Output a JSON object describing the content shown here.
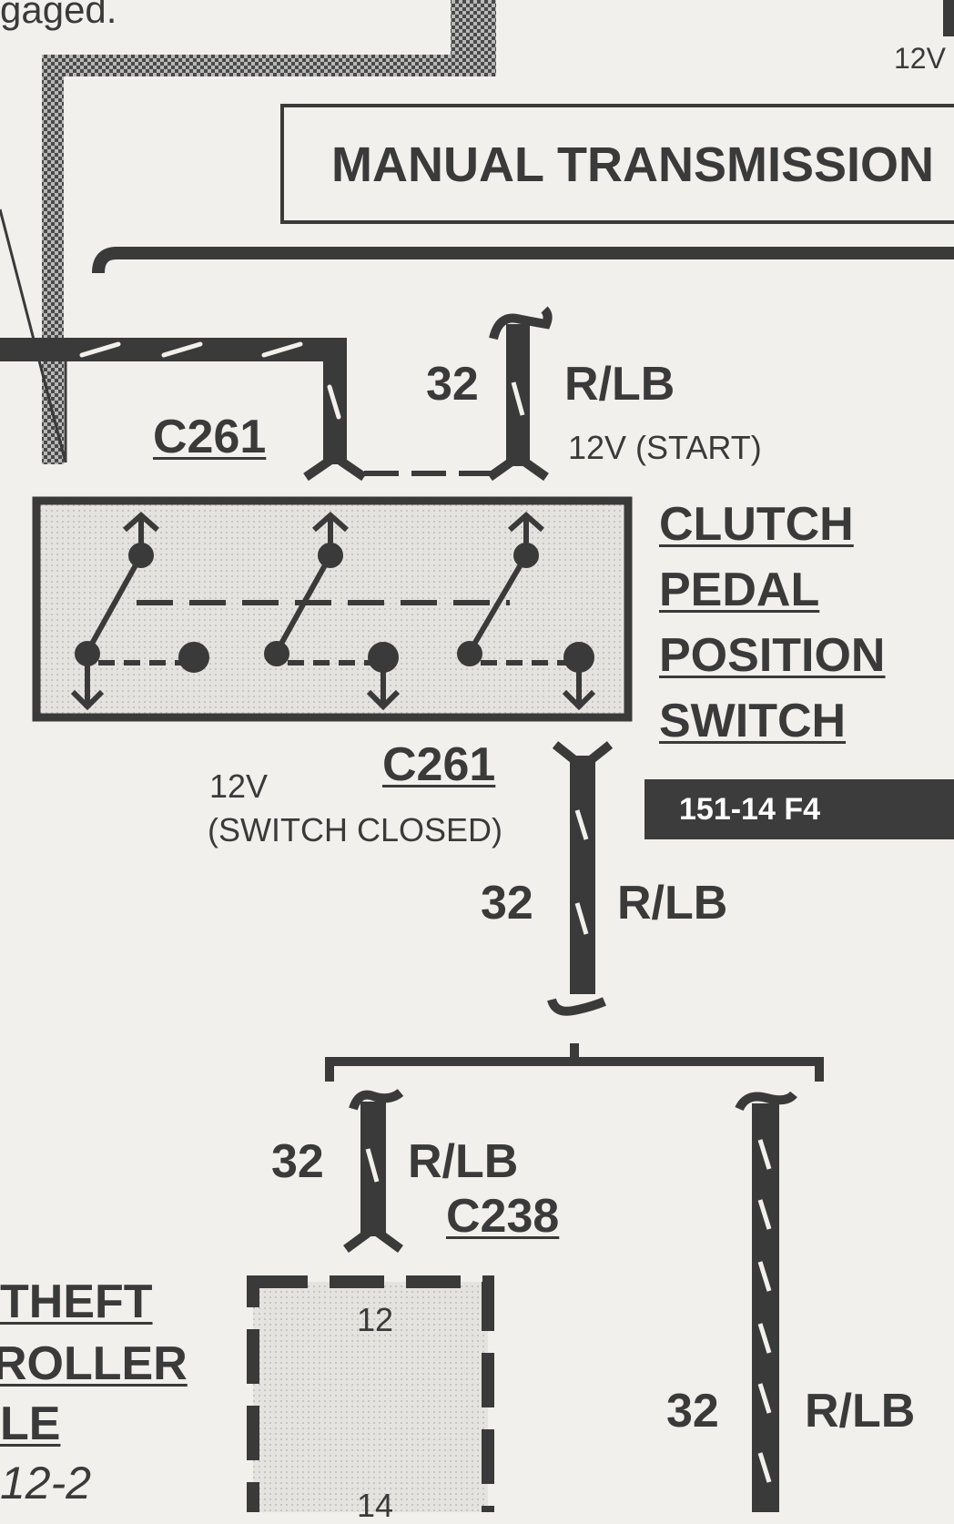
{
  "top_text_fragment": "gaged.",
  "top_right_voltage": "12V",
  "section_header": "MANUAL TRANSMISSION",
  "wire_start": {
    "gauge": "32",
    "color": "R/LB",
    "note": "12V (START)"
  },
  "connector_top": "C261",
  "switch_name": [
    "CLUTCH",
    "PEDAL",
    "POSITION",
    "SWITCH"
  ],
  "page_ref_badge": "151-14 F4",
  "connector_bottom": "C261",
  "switch_closed_note": [
    "12V",
    "(SWITCH  CLOSED)"
  ],
  "wire_mid": {
    "gauge": "32",
    "color": "R/LB"
  },
  "wire_lower_left": {
    "gauge": "32",
    "color": "R/LB"
  },
  "connector_c238": "C238",
  "module_pins": [
    "12",
    "14"
  ],
  "module_label_fragment": [
    "THEFT",
    "ROLLER",
    "LE",
    "12-2"
  ],
  "wire_lower_right": {
    "gauge": "32",
    "color": "R/LB"
  }
}
